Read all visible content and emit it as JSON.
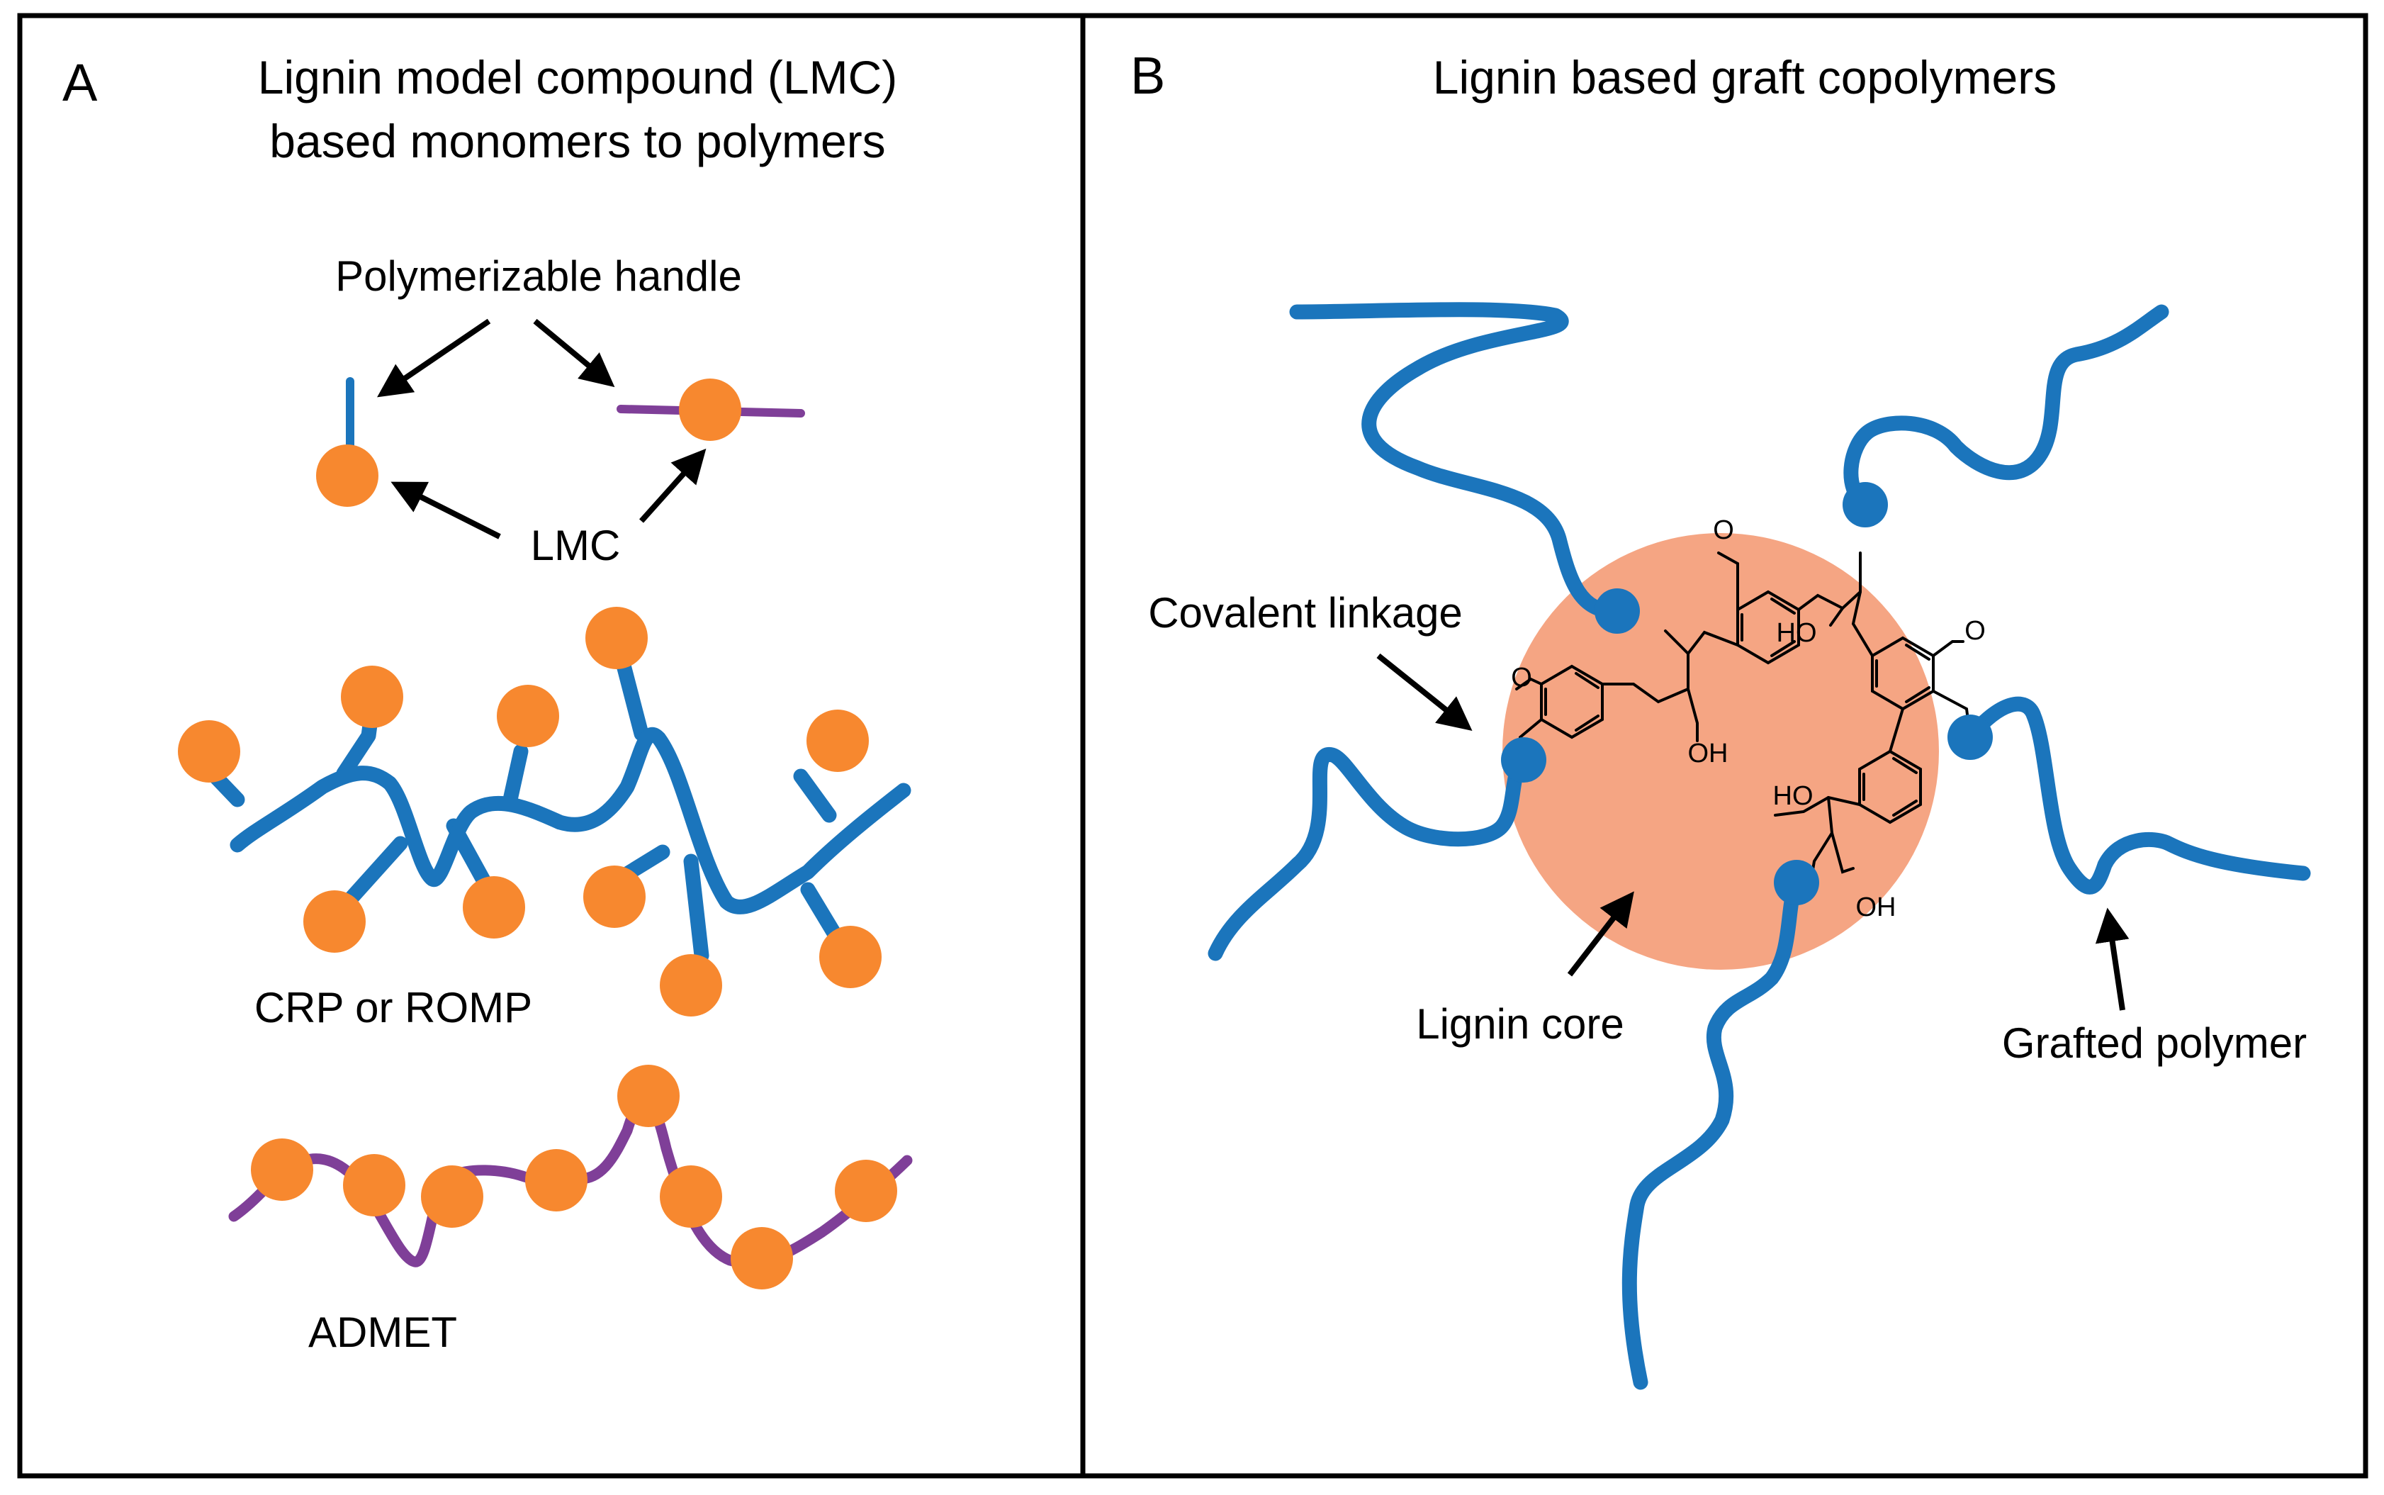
{
  "panels": {
    "a": {
      "letter": "A",
      "title_line1": "Lignin model compound (LMC)",
      "title_line2": "based monomers to polymers",
      "handle_label": "Polymerizable handle",
      "lmc_label": "LMC",
      "crp_label": "CRP or ROMP",
      "admet_label": "ADMET"
    },
    "b": {
      "letter": "B",
      "title": "Lignin based graft copolymers",
      "covalent_label": "Covalent linkage",
      "core_label": "Lignin core",
      "grafted_label": "Grafted polymer"
    }
  },
  "structure": {
    "methoxy_1": "O",
    "methoxy_2": "O",
    "methoxy_3": "O",
    "ho_1": "HO",
    "oh_1": "OH",
    "ho_2": "HO",
    "oh_2": "OH"
  },
  "colors": {
    "polymer_blue": "#1b75bc",
    "monomer_orange": "#f7882f",
    "admet_purple": "#7f3f98",
    "core_salmon": "#f5a583"
  }
}
